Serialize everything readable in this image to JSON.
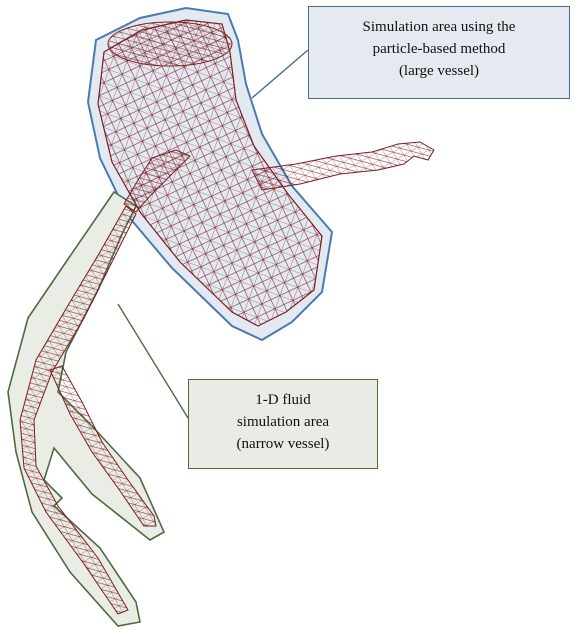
{
  "callouts": {
    "large_vessel": {
      "lines": [
        "Simulation area using the",
        "particle-based method",
        "(large vessel)"
      ]
    },
    "narrow_vessel": {
      "lines": [
        "1-D fluid",
        "simulation area",
        "(narrow vessel)"
      ]
    }
  },
  "colors": {
    "mesh": "#7a1e22",
    "large_region_fill": "#e3e9f1",
    "large_region_border": "#4a7ab0",
    "narrow_region_fill": "#e9ede6",
    "narrow_region_border": "#4f6b3e"
  }
}
